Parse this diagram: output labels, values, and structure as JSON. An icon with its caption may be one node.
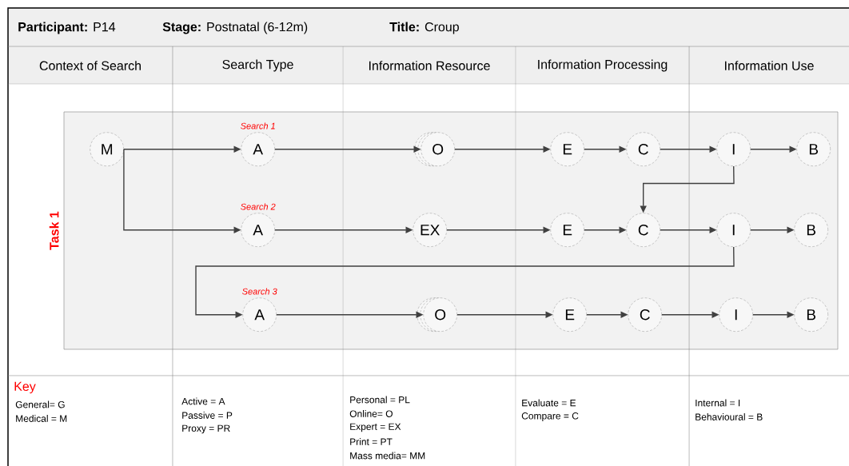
{
  "diagram": {
    "nodes": [
      {
        "text": [
          "Task 1"
        ]
      },
      {
        "text": [
          "M"
        ],
        "in": 0
      },
      {
        "text": [
          "A"
        ],
        "in": 0,
        "beside": [
          "Search 1"
        ]
      },
      {
        "text": [
          "O"
        ],
        "in": 0
      },
      {
        "text": [
          "E"
        ],
        "in": 0
      },
      {
        "text": [
          "C"
        ],
        "in": 0
      },
      {
        "text": [
          "I"
        ],
        "in": 0
      },
      {
        "text": [
          "B"
        ],
        "in": 0
      },
      {
        "text": [
          "A"
        ],
        "in": 0,
        "beside": [
          "Search 2"
        ]
      },
      {
        "text": [
          "EX"
        ],
        "in": 0
      },
      {
        "text": [
          "E"
        ],
        "in": 0
      },
      {
        "text": [
          "C"
        ],
        "in": 0
      },
      {
        "text": [
          "I"
        ],
        "in": 0
      },
      {
        "text": [
          "B"
        ],
        "in": 0
      },
      {
        "text": [
          "A"
        ],
        "in": 0,
        "beside": [
          "Search 3"
        ]
      },
      {
        "text": [
          "O"
        ],
        "in": 0
      },
      {
        "text": [
          "E"
        ],
        "in": 0
      },
      {
        "text": [
          "C"
        ],
        "in": 0
      },
      {
        "text": [
          "I"
        ],
        "in": 0
      },
      {
        "text": [
          "B"
        ],
        "in": 0
      }
    ],
    "edges": [
      {
        "from": 1,
        "to": 2,
        "arrow": "to"
      },
      {
        "from": 1,
        "to": 8,
        "arrow": "to"
      },
      {
        "from": 2,
        "to": 3,
        "arrow": "to"
      },
      {
        "from": 3,
        "to": 4,
        "arrow": "to"
      },
      {
        "from": 4,
        "to": 5,
        "arrow": "to"
      },
      {
        "from": 5,
        "to": 6,
        "arrow": "to"
      },
      {
        "from": 6,
        "to": 7,
        "arrow": "to"
      },
      {
        "from": 6,
        "to": 11,
        "arrow": "to"
      },
      {
        "from": 8,
        "to": 9,
        "arrow": "to"
      },
      {
        "from": 9,
        "to": 10,
        "arrow": "to"
      },
      {
        "from": 10,
        "to": 11,
        "arrow": "to"
      },
      {
        "from": 11,
        "to": 12,
        "arrow": "to"
      },
      {
        "from": 12,
        "to": 13,
        "arrow": "to"
      },
      {
        "from": 12,
        "to": 14,
        "arrow": "to"
      },
      {
        "from": 14,
        "to": 15,
        "arrow": "to"
      },
      {
        "from": 15,
        "to": 16,
        "arrow": "to"
      },
      {
        "from": 16,
        "to": 17,
        "arrow": "to"
      },
      {
        "from": 17,
        "to": 18,
        "arrow": "to"
      },
      {
        "from": 18,
        "to": 19,
        "arrow": "to"
      }
    ],
    "labels": [
      "**Participant:** P14",
      "**Stage:** Postnatal (6-12m)",
      "**Title:** Croup",
      "Context of Search",
      "Search Type",
      "Information Resource",
      "Information Processing",
      "Information Use",
      "Key",
      "General= G",
      "Medical = M",
      "Active = A",
      "Passive = P",
      "Proxy = PR",
      "Personal = PL",
      "Online= O",
      "Expert = EX",
      "Print = PT",
      "Mass media= MM",
      "Evaluate = E",
      "Compare = C",
      "Internal = I",
      "Behavioural = B"
    ]
  }
}
